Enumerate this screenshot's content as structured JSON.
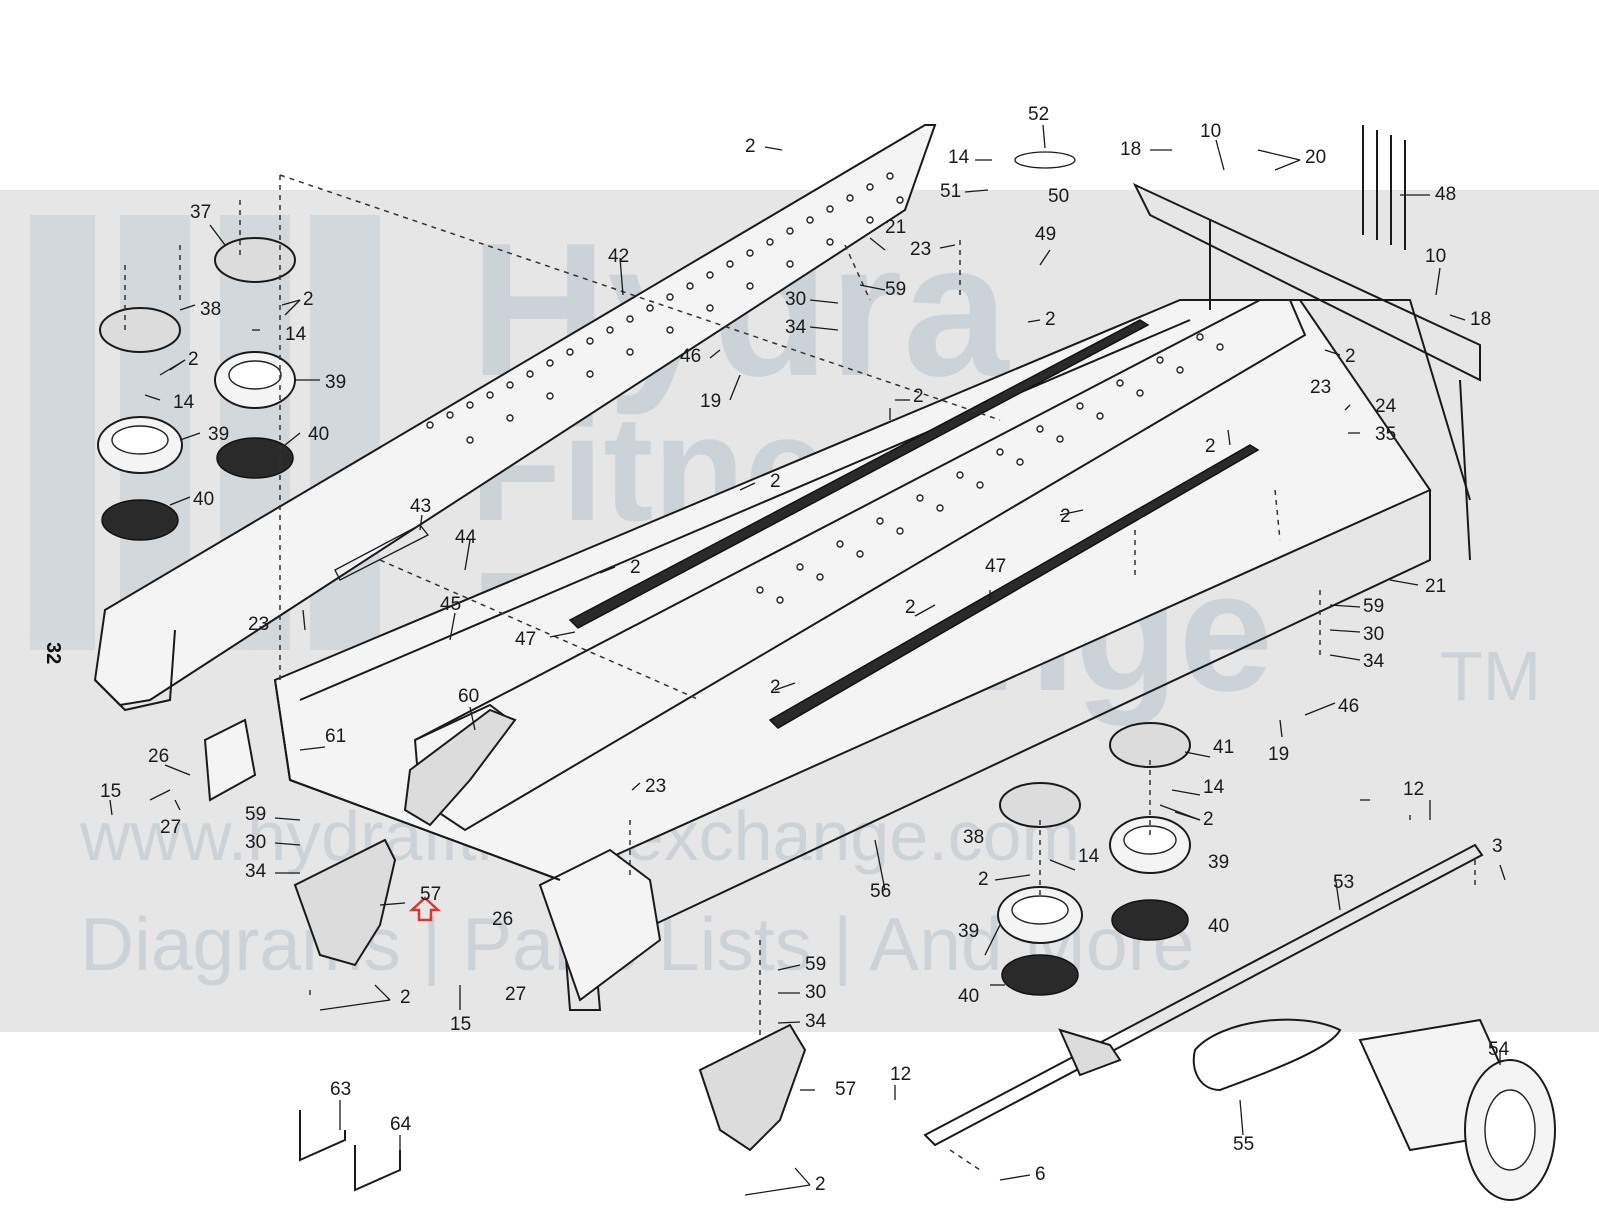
{
  "page_number": "32",
  "watermark": {
    "brand_line1": "Hydra",
    "brand_line2": "Fitness",
    "brand_line3": "Exchange",
    "trademark": "TM",
    "url": "www.hydrafitnessexchange.com",
    "tagline": "Diagrams | Parts Lists | And More",
    "band_color": "#e6e6e6",
    "text_color": "#c8d0d6"
  },
  "arrow_color": "#d9392b",
  "callouts": {
    "c2": "2",
    "c3": "3",
    "c6": "6",
    "c10": "10",
    "c12": "12",
    "c14": "14",
    "c15": "15",
    "c18": "18",
    "c19": "19",
    "c20": "20",
    "c21": "21",
    "c23": "23",
    "c24": "24",
    "c26": "26",
    "c27": "27",
    "c30": "30",
    "c34": "34",
    "c35": "35",
    "c37": "37",
    "c38": "38",
    "c39": "39",
    "c40": "40",
    "c41": "41",
    "c42": "42",
    "c43": "43",
    "c44": "44",
    "c45": "45",
    "c46": "46",
    "c47": "47",
    "c48": "48",
    "c49": "49",
    "c50": "50",
    "c51": "51",
    "c52": "52",
    "c53": "53",
    "c54": "54",
    "c55": "55",
    "c56": "56",
    "c57": "57",
    "c59": "59",
    "c60": "60",
    "c61": "61",
    "c63": "63",
    "c64": "64"
  }
}
